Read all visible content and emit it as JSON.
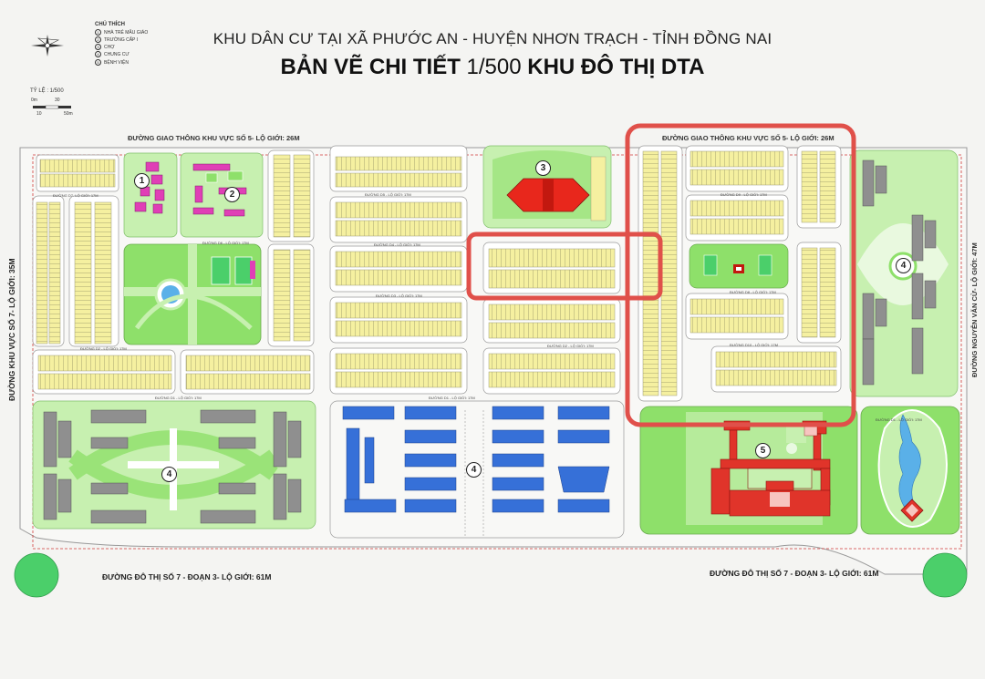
{
  "header": {
    "line1": "KHU DÂN CƯ TẠI XÃ PHƯỚC AN - HUYỆN NHƠN TRẠCH - TỈNH ĐỒNG NAI",
    "line2_part1": "BẢN VẼ CHI TIẾT",
    "line2_part2": " 1/500 ",
    "line2_part3": "KHU ĐÔ THỊ DTA"
  },
  "legend": {
    "title": "CHÚ THÍCH",
    "items": [
      {
        "num": "1",
        "label": "NHÀ TRẺ MẪU GIÁO"
      },
      {
        "num": "2",
        "label": "TRƯỜNG CẤP I"
      },
      {
        "num": "3",
        "label": "CHỢ"
      },
      {
        "num": "4",
        "label": "CHUNG CƯ"
      },
      {
        "num": "5",
        "label": "BỆNH VIỆN"
      }
    ]
  },
  "scale": {
    "label": "TỶ LỆ : 1/500",
    "marks": [
      "0m",
      "30",
      "10",
      "50m"
    ]
  },
  "roads": {
    "top_left": "ĐƯỜNG GIAO THÔNG KHU VỰC SỐ 5- LỘ GIỚI: 26M",
    "top_right": "ĐƯỜNG GIAO THÔNG KHU VỰC SỐ 5- LỘ GIỚI: 26M",
    "bottom_left": "ĐƯỜNG ĐÔ THỊ SỐ 7 - ĐOẠN 3- LỘ GIỚI: 61M",
    "bottom_right": "ĐƯỜNG ĐÔ THỊ SỐ 7 - ĐOẠN 3- LỘ GIỚI: 61M",
    "left": "ĐƯỜNG KHU VỰC SỐ 7- LỘ GIỚI: 35M",
    "right": "ĐƯỜNG NGUYỄN VĂN CỪ- LỘ GIỚI: 47M",
    "small": [
      "ĐƯỜNG D7- LỘ GIỚI: 17M",
      "ĐƯỜNG D6 - LỘ GIỚI: 17M",
      "ĐƯỜNG D5 - LỘ GIỚI: 17M",
      "ĐƯỜNG D4 - LỘ GIỚI: 17M",
      "ĐƯỜNG D3 - LỘ GIỚI: 17M",
      "ĐƯỜNG D2 - LỘ GIỚI: 17M",
      "ĐƯỜNG D1 - LỘ GIỚI: 17M",
      "ĐƯỜNG D9 - LỘ GIỚI: 17M",
      "ĐƯỜNG D8 - LỘ GIỚI: 17M",
      "ĐƯỜNG D10 - LỘ GIỚI: 17M"
    ]
  },
  "markers": {
    "nursery": "1",
    "school": "2",
    "market": "3",
    "apartments_right": "4",
    "apartments_bottom_left": "4",
    "apartments_bottom_center": "4",
    "hospital": "5"
  },
  "colors": {
    "lot_fill": "#f5f0a0",
    "park_green": "#8ee06a",
    "pale_green": "#c7f0b0",
    "highlight": "#e0504a",
    "market_red": "#e8271c",
    "school_pink": "#e03fb6",
    "apartment_blue": "#3670d8",
    "apartment_gray": "#8f8f8f",
    "hospital_red": "#e0342a",
    "lake_blue": "#5ab0e8"
  }
}
